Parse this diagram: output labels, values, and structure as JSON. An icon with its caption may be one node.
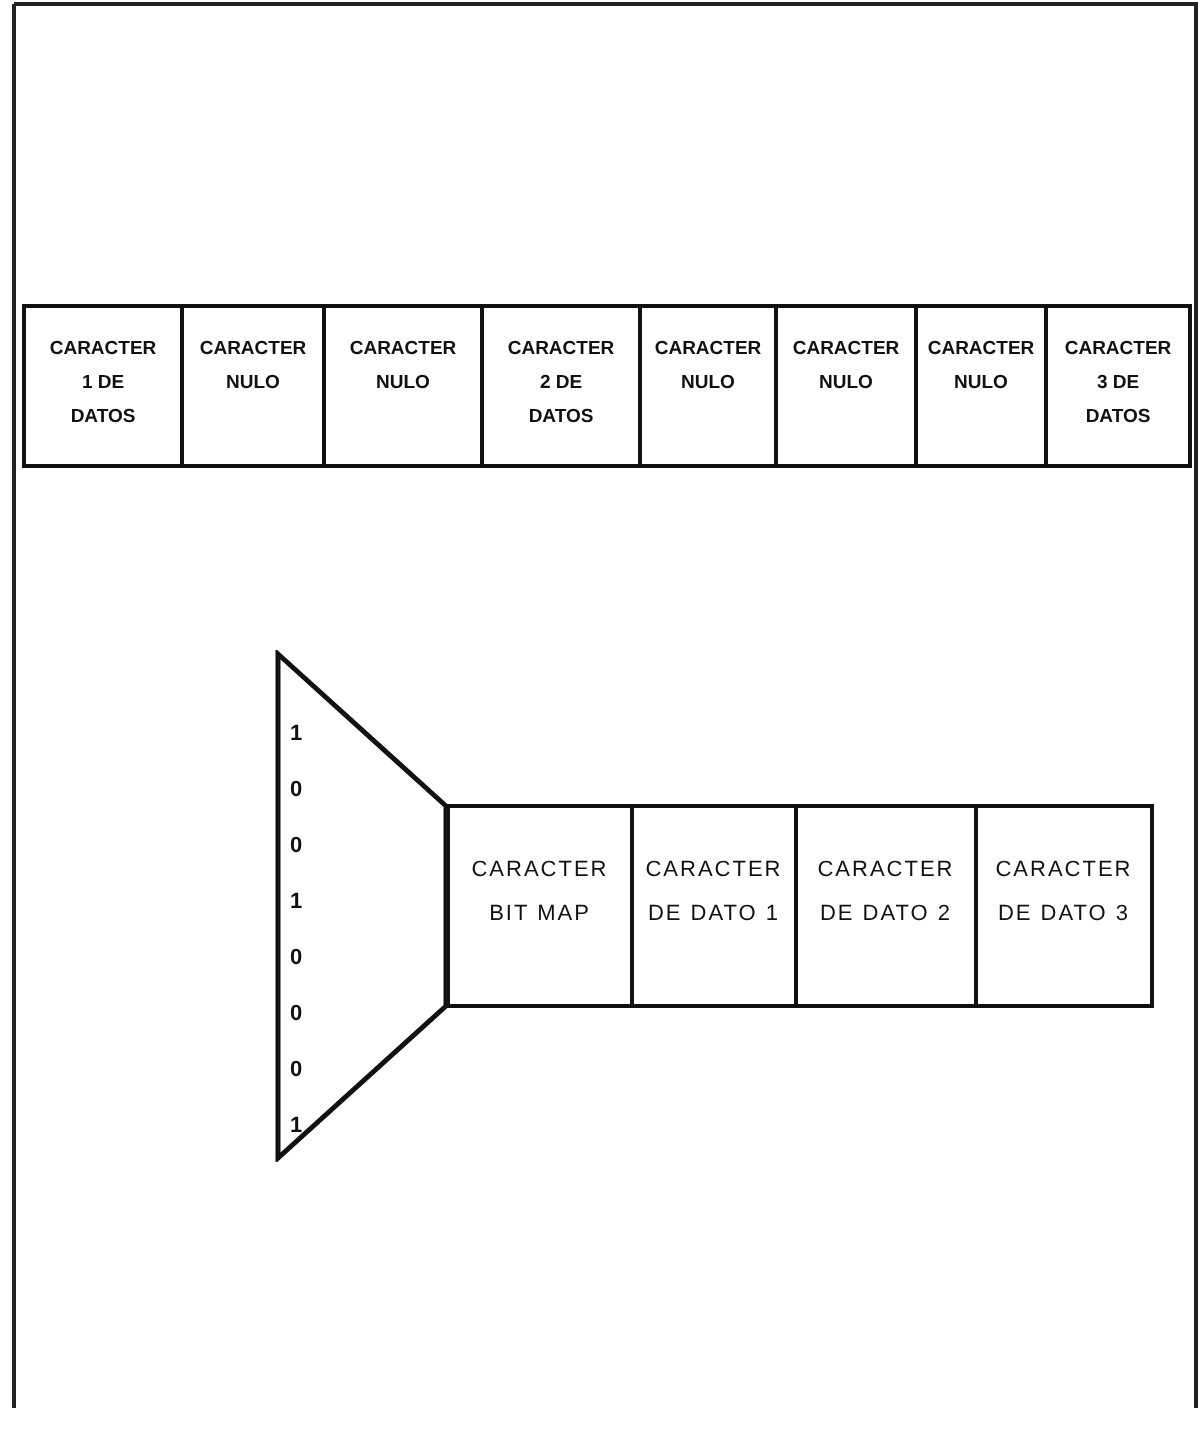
{
  "diagram": {
    "nodes": [
      {
        "text": [
          "CARACTER 1 DE DATOS"
        ]
      },
      {
        "text": [
          "CARACTER NULO"
        ]
      },
      {
        "text": [
          "CARACTER NULO"
        ]
      },
      {
        "text": [
          "CARACTER 2 DE DATOS"
        ]
      },
      {
        "text": [
          "CARACTER NULO"
        ]
      },
      {
        "text": [
          "CARACTER NULO"
        ]
      },
      {
        "text": [
          "CARACTER NULO"
        ]
      },
      {
        "text": [
          "CARACTER 3 DE DATOS"
        ]
      },
      {
        "text": [
          "1",
          "0",
          "0",
          "1",
          "0",
          "0",
          "0",
          "1"
        ]
      },
      {
        "text": [
          "CARACTER BIT MAP"
        ]
      },
      {
        "text": [
          "CARACTER DE DATO 1"
        ]
      },
      {
        "text": [
          "CARACTER DE DATO 2"
        ]
      },
      {
        "text": [
          "CARACTER DE DATO 3"
        ]
      }
    ]
  }
}
